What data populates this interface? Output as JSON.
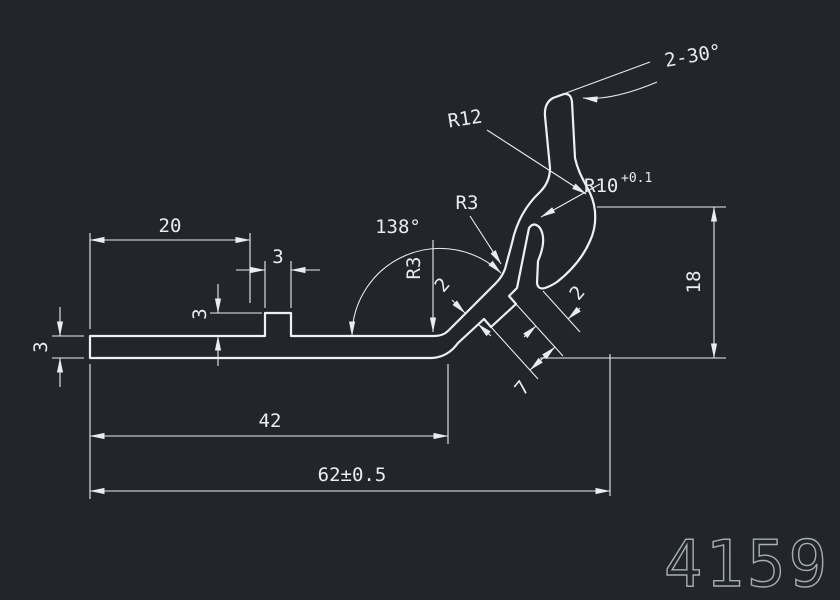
{
  "drawing": {
    "part_number": "4159",
    "background_color": "#22262b",
    "line_color": "#e9edf1",
    "part_number_color": "#a7adb5",
    "type": "extrusion-profile-cross-section"
  },
  "dimensions": {
    "len_20": "20",
    "bump_width_3": "3",
    "bump_height_3": "3",
    "base_thickness_3": "3",
    "angle_138": "138°",
    "radius_r3_upper": "R3",
    "radius_r3_lower": "R3",
    "wall_thickness_2": "2",
    "claw_gap_2": "2",
    "tab_length_7": "7",
    "len_42": "42",
    "len_62": "62±0.5",
    "height_18": "18",
    "radius_r12": "R12",
    "radius_r10": "R10",
    "radius_r10_tolerance": "+0.1",
    "tip_chamfer": "2-30°"
  }
}
